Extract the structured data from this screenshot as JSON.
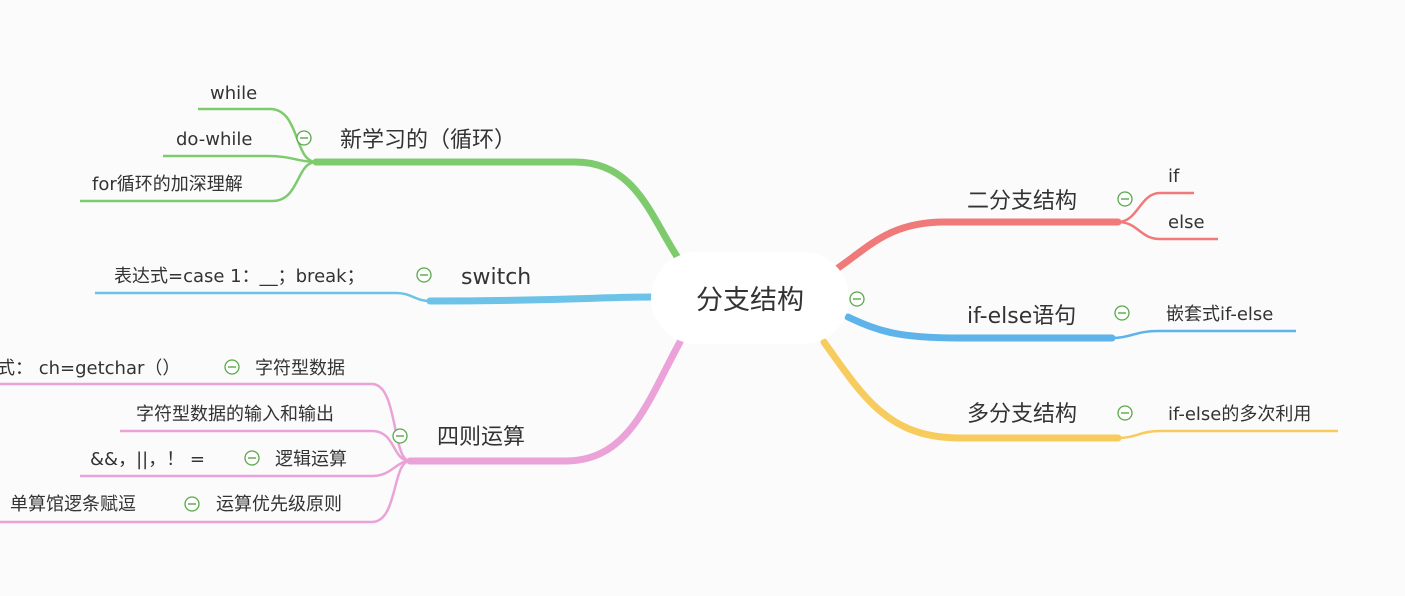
{
  "center": {
    "label": "分支结构"
  },
  "colors": {
    "green": "#7ecb6e",
    "blue": "#6dc2e8",
    "pink": "#eaa2d8",
    "red": "#f07a7a",
    "blue_right": "#5db3ea",
    "yellow": "#f7cc5c",
    "collapse": "#5aa84a"
  },
  "left": {
    "loops": {
      "label": "新学习的（循环）",
      "children": [
        "while",
        "do-while",
        "for循环的加深理解"
      ]
    },
    "switch": {
      "label": "switch",
      "children": [
        "表达式=case 1：__；break；"
      ]
    },
    "arith": {
      "label": "四则运算",
      "children": {
        "char_data": {
          "label": "字符型数据",
          "leaf": "式： ch=getchar（）"
        },
        "char_io": {
          "label": "字符型数据的输入和输出"
        },
        "logic": {
          "label": "逻辑运算",
          "leaf": "&&，||，！ ="
        },
        "priority": {
          "label": "运算优先级原则",
          "leaf": "单算馆逻条赋逗"
        }
      }
    }
  },
  "right": {
    "binary": {
      "label": "二分支结构",
      "children": [
        "if",
        "else"
      ]
    },
    "ifelse": {
      "label": "if-else语句",
      "children": [
        "嵌套式if-else"
      ]
    },
    "multi": {
      "label": "多分支结构",
      "children": [
        "if-else的多次利用"
      ]
    }
  }
}
